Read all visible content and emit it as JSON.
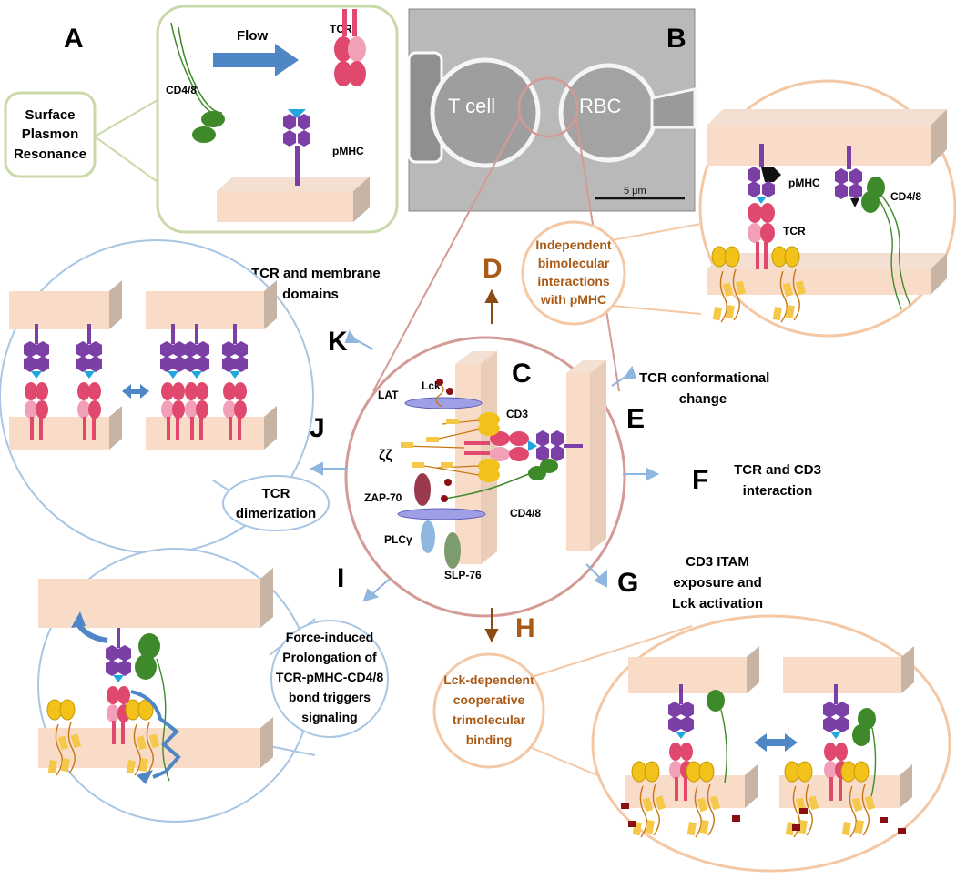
{
  "panel_letters": {
    "A": "A",
    "B": "B",
    "C": "C",
    "D": "D",
    "E": "E",
    "F": "F",
    "G": "G",
    "H": "H",
    "I": "I",
    "J": "J",
    "K": "K"
  },
  "panel_a": {
    "spr_lines": [
      "Surface",
      "Plasmon",
      "Resonance"
    ],
    "flow": "Flow",
    "tcr": "TCR",
    "cd48": "CD4/8",
    "pmhc": "pMHC"
  },
  "panel_b": {
    "tcell": "T cell",
    "rbc": "RBC",
    "scalebar": "5 μm"
  },
  "panel_c": {
    "lck": "Lck",
    "lat": "LAT",
    "cd3": "CD3",
    "zeta": "ζζ",
    "zap70": "ZAP-70",
    "cd48": "CD4/8",
    "plcg": "PLCγ",
    "slp76": "SLP-76"
  },
  "panel_d": {
    "lines": [
      "Independent",
      "bimolecular",
      "interactions",
      "with pMHC"
    ],
    "pmhc": "pMHC",
    "tcr": "TCR",
    "cd48": "CD4/8"
  },
  "panel_e": {
    "lines": [
      "TCR conformational",
      "change"
    ]
  },
  "panel_f": {
    "lines": [
      "TCR and CD3",
      "interaction"
    ]
  },
  "panel_g": {
    "lines": [
      "CD3 ITAM",
      "exposure and",
      "Lck activation"
    ]
  },
  "panel_h": {
    "lines": [
      "Lck-dependent",
      "cooperative",
      "trimolecular",
      "binding"
    ]
  },
  "panel_i": {
    "lines": [
      "Force-induced",
      "Prolongation of",
      "TCR-pMHC-CD4/8",
      "bond triggers",
      "signaling"
    ]
  },
  "panel_j": {
    "lines": [
      "TCR",
      "dimerization"
    ]
  },
  "panel_k": {
    "lines": [
      "TCR and membrane",
      "domains"
    ]
  },
  "colors": {
    "green_border": "#c9d9a8",
    "orange_border": "#f4c8a4",
    "rose_border": "#d39a96",
    "blue_border": "#a8c6e4",
    "brown_text": "#a85a16",
    "purple": "#7b3fa6",
    "pink": "#e0486e",
    "light_pink": "#f1a0b8",
    "cyan": "#22a6e0",
    "green": "#3e8a2a",
    "yellow": "#f2c21a",
    "membrane": "#f8dcc8",
    "blue_arrow": "#4f86c6"
  }
}
